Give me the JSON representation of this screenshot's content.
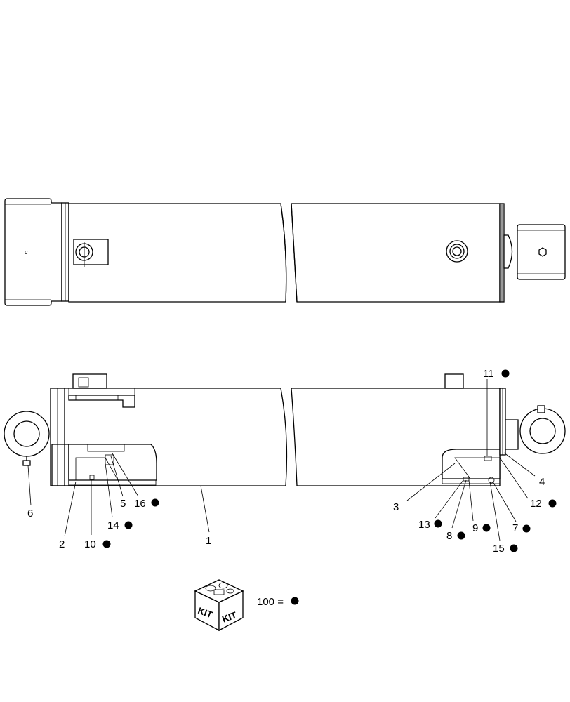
{
  "callouts": {
    "c1": "1",
    "c2": "2",
    "c3": "3",
    "c4": "4",
    "c5": "5",
    "c6": "6",
    "c7": "7",
    "c8": "8",
    "c9": "9",
    "c10": "10",
    "c11": "11",
    "c12": "12",
    "c13": "13",
    "c14": "14",
    "c15": "15",
    "c16": "16"
  },
  "kit": {
    "label_left": "KIT",
    "label_right": "KIT",
    "legend": "100 ="
  },
  "top_view": {
    "port_mark": "c"
  },
  "icons": {
    "kit_marker": "filled-circle"
  },
  "colors": {
    "line": "#000000",
    "background": "#ffffff"
  }
}
